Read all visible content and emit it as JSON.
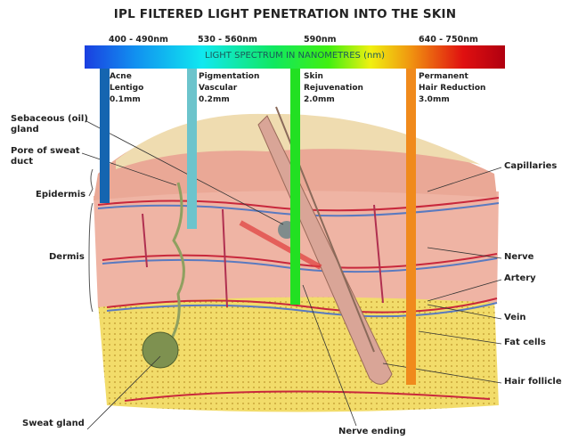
{
  "title": "IPL FILTERED LIGHT PENETRATION INTO THE SKIN",
  "spectrum": {
    "label": "LIGHT SPECTRUM IN NANOMETRES (nm)",
    "bands": [
      {
        "range": "400 - 490nm",
        "lines": [
          "Acne",
          "Lentigo",
          "0.1mm"
        ],
        "color": "#1565b0"
      },
      {
        "range": "530 - 560nm",
        "lines": [
          "Pigmentation",
          "Vascular",
          "0.2mm"
        ],
        "color": "#6cc4cc"
      },
      {
        "range": "590nm",
        "lines": [
          "Skin",
          "Rejuvenation",
          "2.0mm"
        ],
        "color": "#22e022"
      },
      {
        "range": "640 - 750nm",
        "lines": [
          "Permanent",
          "Hair Reduction",
          "3.0mm"
        ],
        "color": "#f08a1c"
      }
    ]
  },
  "left_labels": {
    "sebaceous": [
      "Sebaceous (oil)",
      "gland"
    ],
    "pore": [
      "Pore of sweat",
      "duct"
    ],
    "epidermis": "Epidermis",
    "dermis": "Dermis",
    "sweat_gland": "Sweat gland"
  },
  "right_labels": {
    "capillaries": "Capillaries",
    "nerve": "Nerve",
    "artery": "Artery",
    "vein": "Vein",
    "fat_cells": "Fat cells",
    "hair_follicle": "Hair follicle"
  },
  "bottom_labels": {
    "nerve_ending": "Nerve ending"
  }
}
